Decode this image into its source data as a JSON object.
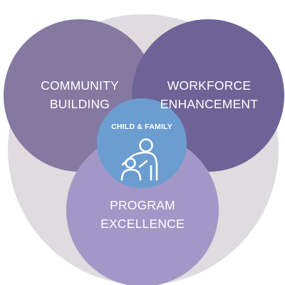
{
  "diagram": {
    "circles": {
      "community": {
        "line1": "COMMUNITY",
        "line2": "BUILDING"
      },
      "workforce": {
        "line1": "WORKFORCE",
        "line2": "ENHANCEMENT"
      },
      "program": {
        "line1": "PROGRAM",
        "line2": "EXCELLENCE"
      },
      "center": {
        "label": "CHILD & FAMILY",
        "icon": "parent-child-icon"
      }
    },
    "colors": {
      "background_circle": "#dedcdf",
      "community": "#8579a2",
      "workforce": "#6e6396",
      "program": "#a297c6",
      "center": "#6c9dd0"
    }
  }
}
